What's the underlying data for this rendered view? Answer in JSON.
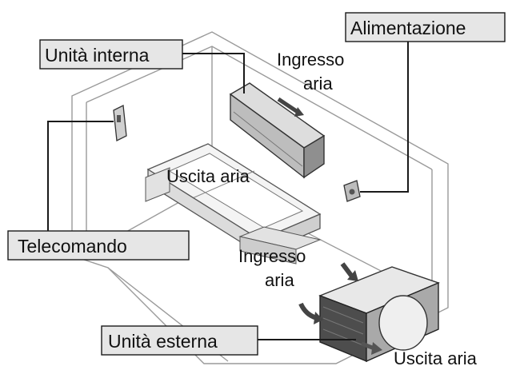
{
  "labels": {
    "unita_interna": "Unità interna",
    "alimentazione": "Alimentazione",
    "telecomando": "Telecomando",
    "unita_esterna": "Unità esterna"
  },
  "annotations": {
    "ingresso_aria_top_1": "Ingresso",
    "ingresso_aria_top_2": "aria",
    "uscita_aria_middle": "Uscita aria",
    "ingresso_aria_bottom_1": "Ingresso",
    "ingresso_aria_bottom_2": "aria",
    "uscita_aria_bottom": "Uscita aria"
  },
  "colors": {
    "label_box_fill": "#e6e6e6",
    "outline": "#1a1a1a",
    "room_lines": "#9a9a9a"
  }
}
